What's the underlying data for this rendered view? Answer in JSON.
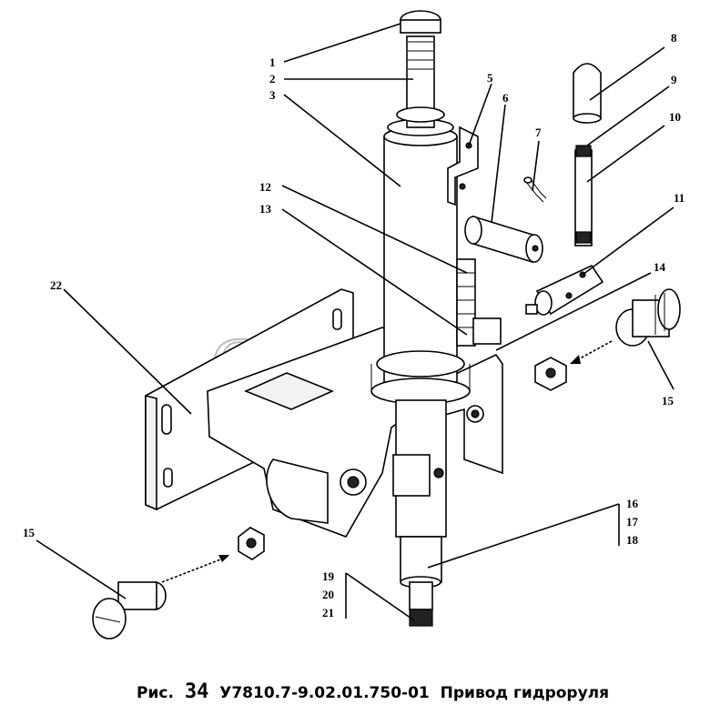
{
  "caption": {
    "prefix": "Рис.",
    "number": "34",
    "code": "У7810.7-9.02.01.750-01",
    "title": "Привод гидроруля"
  },
  "watermark": "СЕЛМ",
  "callouts": {
    "c1": "1",
    "c2": "2",
    "c3": "3",
    "c5": "5",
    "c6": "6",
    "c7": "7",
    "c8": "8",
    "c9": "9",
    "c10": "10",
    "c11": "11",
    "c12": "12",
    "c13": "13",
    "c14": "14",
    "c15a": "15",
    "c15b": "15",
    "c16": "16",
    "c17": "17",
    "c18": "18",
    "c19": "19",
    "c20": "20",
    "c21": "21",
    "c22": "22"
  }
}
